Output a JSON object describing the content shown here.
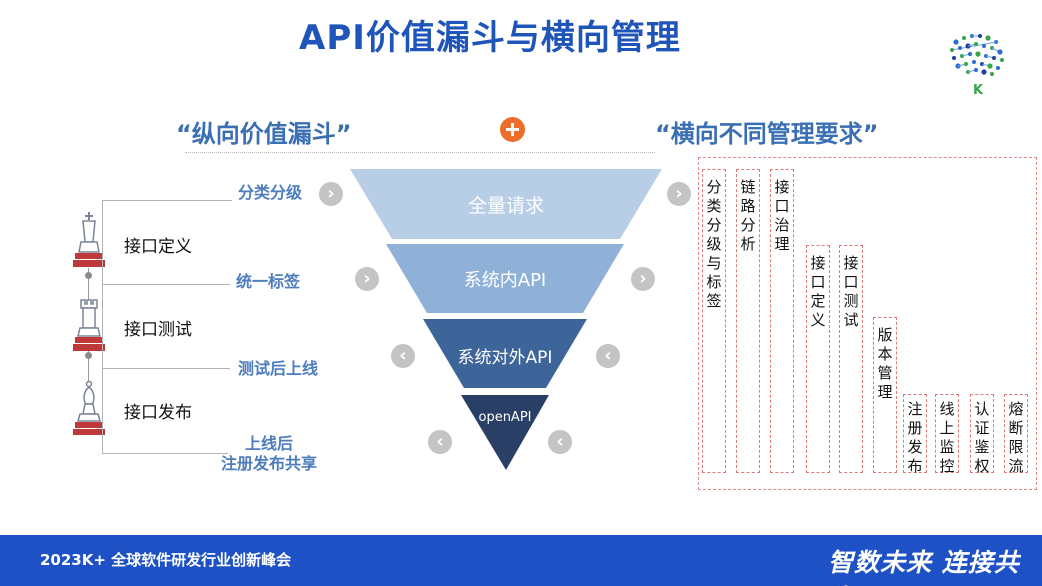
{
  "title": "API价值漏斗与横向管理",
  "subtitle_left": "“纵向价值漏斗”",
  "subtitle_right": "“横向不同管理要求”",
  "stages": [
    {
      "label": "接口定义"
    },
    {
      "label": "接口测试"
    },
    {
      "label": "接口发布"
    }
  ],
  "branch_labels": [
    "分类分级",
    "统一标签",
    "测试后上线",
    "上线后\n注册发布共享"
  ],
  "funnel_levels": [
    {
      "label": "全量请求",
      "color": "#b8cde6"
    },
    {
      "label": "系统内API",
      "color": "#8fb0d7"
    },
    {
      "label": "系统对外API",
      "color": "#3d6599"
    },
    {
      "label": "openAPI",
      "color": "#293f66"
    }
  ],
  "nav_glyphs": {
    "forward": "›",
    "back": "‹"
  },
  "management_columns": [
    "分类分级与标签",
    "链路分析",
    "接口治理",
    "接口定义",
    "接口测试",
    "版本管理",
    "注册发布",
    "线上监控",
    "认证鉴权",
    "熔断限流"
  ],
  "logo_letter": "K",
  "footer": {
    "event": "2023K+ 全球软件研发行业创新峰会",
    "slogan": "智数未来  连接共生"
  },
  "colors": {
    "title": "#1f55b8",
    "subtitle": "#3b6fb4",
    "label": "#4e7dbd",
    "plus": "#ec6e2c",
    "footer": "#1d51c5",
    "piece": "#c0393a",
    "dash": "#e07a7a"
  }
}
